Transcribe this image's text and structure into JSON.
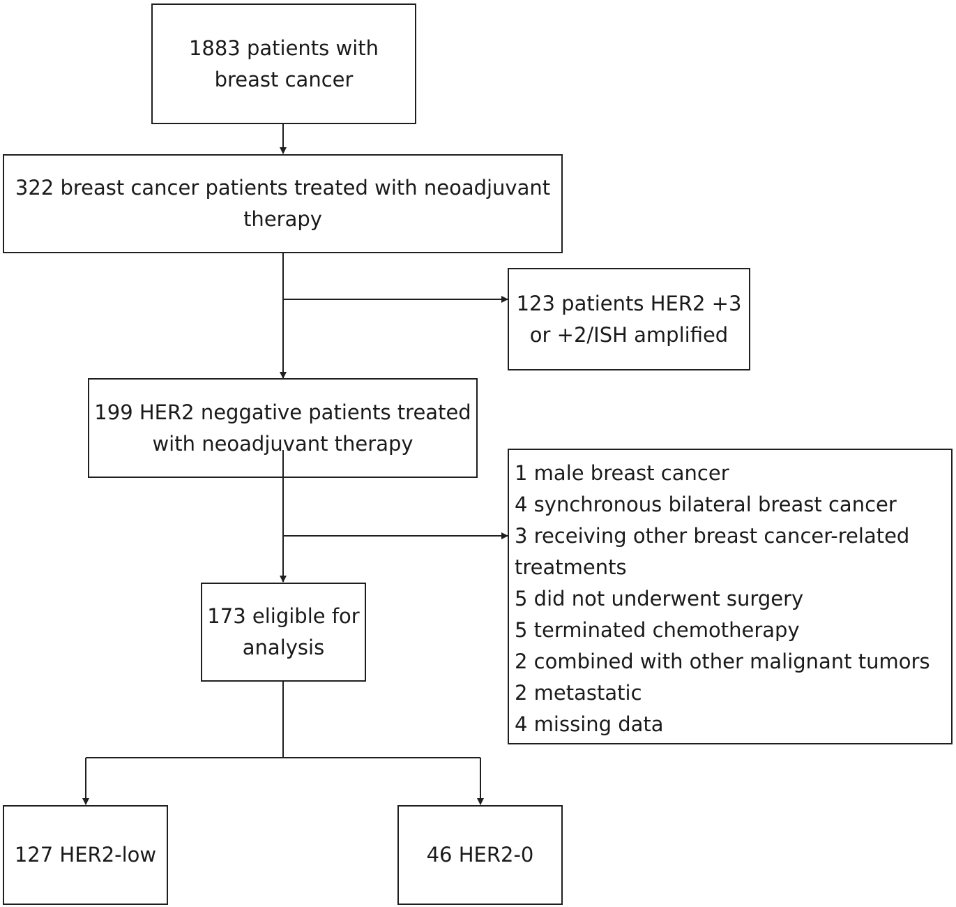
{
  "boxes": {
    "total": {
      "lines": [
        "1883 patients with",
        "breast cancer"
      ]
    },
    "neoadjuvant": {
      "lines": [
        "322 breast cancer patients treated with neoadjuvant",
        "therapy"
      ]
    },
    "her2_positive_excluded": {
      "lines": [
        "123 patients HER2 +3",
        "or +2/ISH amplified"
      ]
    },
    "her2_negative": {
      "lines": [
        "199 HER2 neggative patients treated",
        "with neoadjuvant therapy"
      ]
    },
    "other_exclusions": {
      "lines": [
        "1 male breast cancer",
        "4 synchronous bilateral breast cancer",
        "3 receiving other breast cancer-related",
        "treatments",
        "5 did not underwent surgery",
        "5 terminated chemotherapy",
        "2 combined with other malignant tumors",
        "2 metastatic",
        "4 missing data"
      ]
    },
    "eligible": {
      "lines": [
        "173 eligible for",
        "analysis"
      ]
    },
    "her2_low": {
      "lines": [
        "127 HER2-low"
      ]
    },
    "her2_zero": {
      "lines": [
        "46 HER2-0"
      ]
    }
  },
  "colors": {
    "stroke": "#1f1f1f",
    "background": "#ffffff"
  }
}
